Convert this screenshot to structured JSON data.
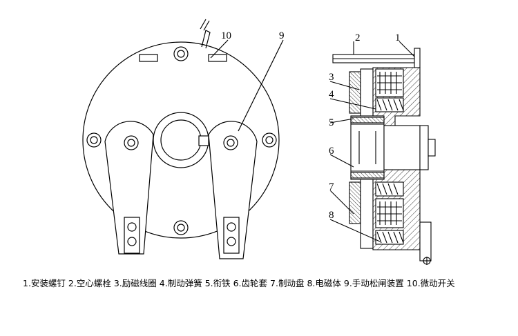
{
  "callouts": {
    "front": {
      "c10": "10",
      "c9": "9"
    },
    "side": {
      "c1": "1",
      "c2": "2",
      "c3": "3",
      "c4": "4",
      "c5": "5",
      "c6": "6",
      "c7": "7",
      "c8": "8"
    }
  },
  "legend": {
    "items": [
      "1.安装螺钉",
      "2.空心螺栓",
      "3.励磁线圈",
      "4.制动弹簧",
      "5.衔铁",
      "6.齿轮套",
      "7.制动盘",
      "8.电磁体",
      "9.手动松闸装置",
      "10.微动开关"
    ]
  }
}
